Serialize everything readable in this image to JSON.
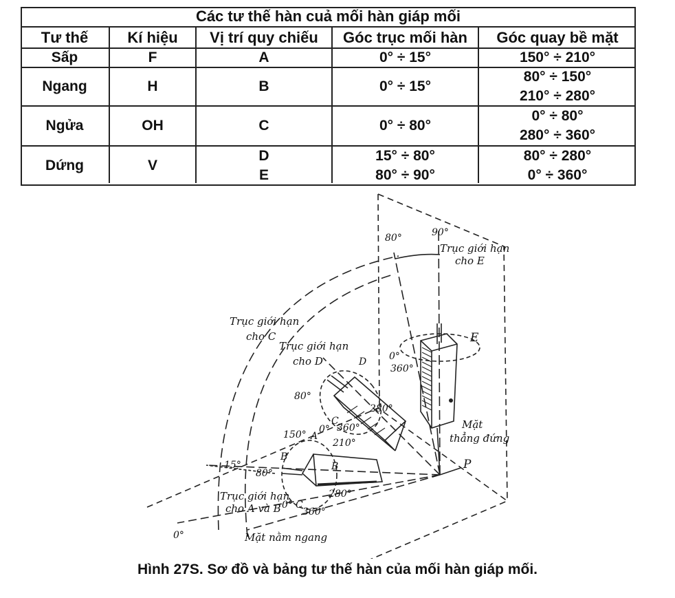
{
  "table": {
    "title": "Các tư thế hàn cuả mối hàn giáp mối",
    "headers": [
      "Tư thế",
      "Kí hiệu",
      "Vị trí quy chiếu",
      "Góc trục mối hàn",
      "Góc quay bề mặt"
    ],
    "rows": [
      {
        "position": "Sấp",
        "symbol": "F",
        "ref": [
          "A"
        ],
        "axis": [
          "0° ÷ 15°"
        ],
        "rotation": [
          "150° ÷ 210°"
        ]
      },
      {
        "position": "Ngang",
        "symbol": "H",
        "ref": [
          "B"
        ],
        "axis": [
          "0° ÷ 15°"
        ],
        "rotation": [
          "80° ÷ 150°",
          "210° ÷ 280°"
        ]
      },
      {
        "position": "Ngửa",
        "symbol": "OH",
        "ref": [
          "C"
        ],
        "axis": [
          "0° ÷ 80°"
        ],
        "rotation": [
          "0° ÷ 80°",
          "280° ÷ 360°"
        ]
      },
      {
        "position": "Dứng",
        "symbol": "V",
        "ref": [
          "D",
          "E"
        ],
        "axis": [
          "15° ÷ 80°",
          "80° ÷ 90°"
        ],
        "rotation": [
          "80° ÷ 280°",
          "0° ÷ 360°"
        ]
      }
    ]
  },
  "diagram": {
    "labels": {
      "axis_e_1": "Trục giới hạn",
      "axis_e_2": "cho E",
      "axis_c_1": "Trục giới hạn",
      "axis_c_2": "cho C",
      "axis_d_1": "Trục giới hạn",
      "axis_d_2": "cho D",
      "axis_ab_1": "Trục giới hạn",
      "axis_ab_2": "cho A và B",
      "vertical_plane_1": "Mặt",
      "vertical_plane_2": "thẳng đứng",
      "horizontal_plane": "Mặt nằm ngang",
      "angle_80_top": "80°",
      "angle_90_top": "90°",
      "angle_0_e": "0°",
      "angle_360_e": "360°",
      "letter_e": "E",
      "letter_d": "D",
      "angle_80_d": "80°",
      "angle_280_d": "280°",
      "letter_c_d": "C",
      "angle_0_d": "0°",
      "angle_360_d": "360°",
      "angle_150": "150°",
      "letter_a": "A",
      "angle_210": "210°",
      "letter_b_left": "B",
      "letter_b_right": "B",
      "angle_15": "15°",
      "angle_80_b": "80°",
      "angle_280_b": "280°",
      "angle_0_c": "0°",
      "letter_c_bottom": "C",
      "angle_360_c": "360°",
      "angle_0_base": "0°",
      "letter_p": "P"
    }
  },
  "caption": "Hình 27S. Sơ đồ và bảng tư thế hàn của mối hàn giáp mối."
}
